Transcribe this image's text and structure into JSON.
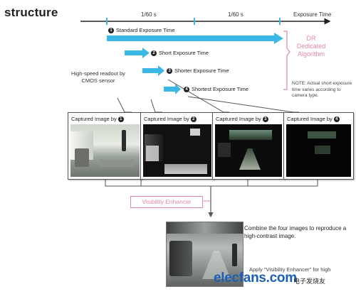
{
  "title": "structure",
  "timeline": {
    "tick1": "1/60 s",
    "tick2": "1/60 s",
    "axis_label": "Exposure Time"
  },
  "exposures": [
    {
      "num": "1",
      "label": "Standard Exposure Time",
      "color": "#3cb7e6"
    },
    {
      "num": "2",
      "label": "Short Exposure Time",
      "color": "#3cb7e6"
    },
    {
      "num": "3",
      "label": "Shorter Exposure Time",
      "color": "#3cb7e6"
    },
    {
      "num": "4",
      "label": "Shortest Exposure Time",
      "color": "#3cb7e6"
    }
  ],
  "readout_note": "High-speed readout by CMOS sensor",
  "dr": {
    "line1": "DR",
    "line2": "Dedicated",
    "line3": "Algorithm",
    "color": "#e089a3"
  },
  "note": "NOTE: Actual short exposure time varies according to camera type.",
  "panels": [
    {
      "label": "Captured Image by",
      "num": "1"
    },
    {
      "label": "Captured Image by",
      "num": "2"
    },
    {
      "label": "Captured Image by",
      "num": "3"
    },
    {
      "label": "Captured Image by",
      "num": "4"
    }
  ],
  "enhancer_label": "Visibility Enhancer",
  "combine_text": "Combine the four images to reproduce a high-contrast image.",
  "apply_text": "Apply \"Visibility Enhancer\" for high",
  "watermark": {
    "main": "elecfans.com",
    "cn": "电子发烧友"
  }
}
